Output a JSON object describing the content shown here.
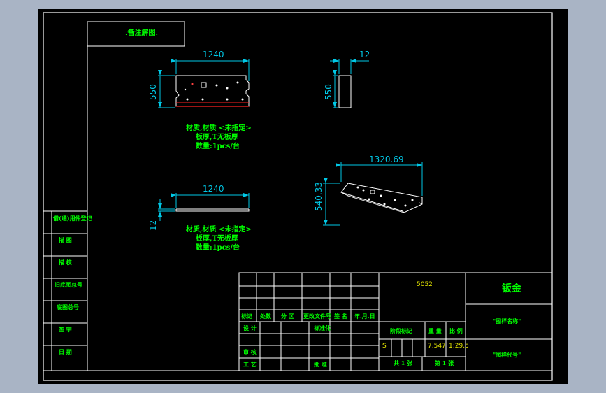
{
  "colors": {
    "background": "#a9b4c5",
    "sheet": "#000000",
    "frame": "#ffffff",
    "dimension": "#00c8e6",
    "note_text": "#00ff00",
    "value_text": "#e6e600",
    "part_outline": "#ffffff",
    "bend_line": "#ff2020"
  },
  "top_box": {
    "text": ".备注解图."
  },
  "front_view": {
    "width_dim": "1240",
    "height_dim": "550",
    "note_lines": [
      "材质,材质 <未指定>",
      "板厚,T无板厚",
      "数量:1pcs/台"
    ]
  },
  "side_view": {
    "height_dim": "550",
    "thickness_dim": "12"
  },
  "bottom_view": {
    "width_dim": "1240",
    "thickness_dim": "12",
    "note_lines": [
      "材质,材质 <未指定>",
      "板厚,T无板厚",
      "数量:1pcs/台"
    ]
  },
  "iso_view": {
    "length_dim": "1320.69",
    "width_dim": "540.33"
  },
  "left_column": [
    "借(通)用件登记",
    "描 图",
    "描 校",
    "旧底图总号",
    "底图总号",
    "签 字",
    "日 期"
  ],
  "title_block": {
    "header_cells": [
      "标记",
      "处数",
      "分 区",
      "更改文件号",
      "签 名",
      "年.月.日"
    ],
    "row_labels": [
      "设 计",
      "标准化",
      "审 核",
      "工 艺",
      "批 准"
    ],
    "material": "5052",
    "stage_header": [
      "阶段标记",
      "重 量",
      "比 例"
    ],
    "stage_mark": "S",
    "weight": "7.547",
    "scale": "1:29.5",
    "sheets_total": "共 1 张",
    "sheet_number": "第 1 张",
    "part_name": "钣金",
    "drawing_name": "\"图样名称\"",
    "drawing_code": "\"图样代号\""
  }
}
